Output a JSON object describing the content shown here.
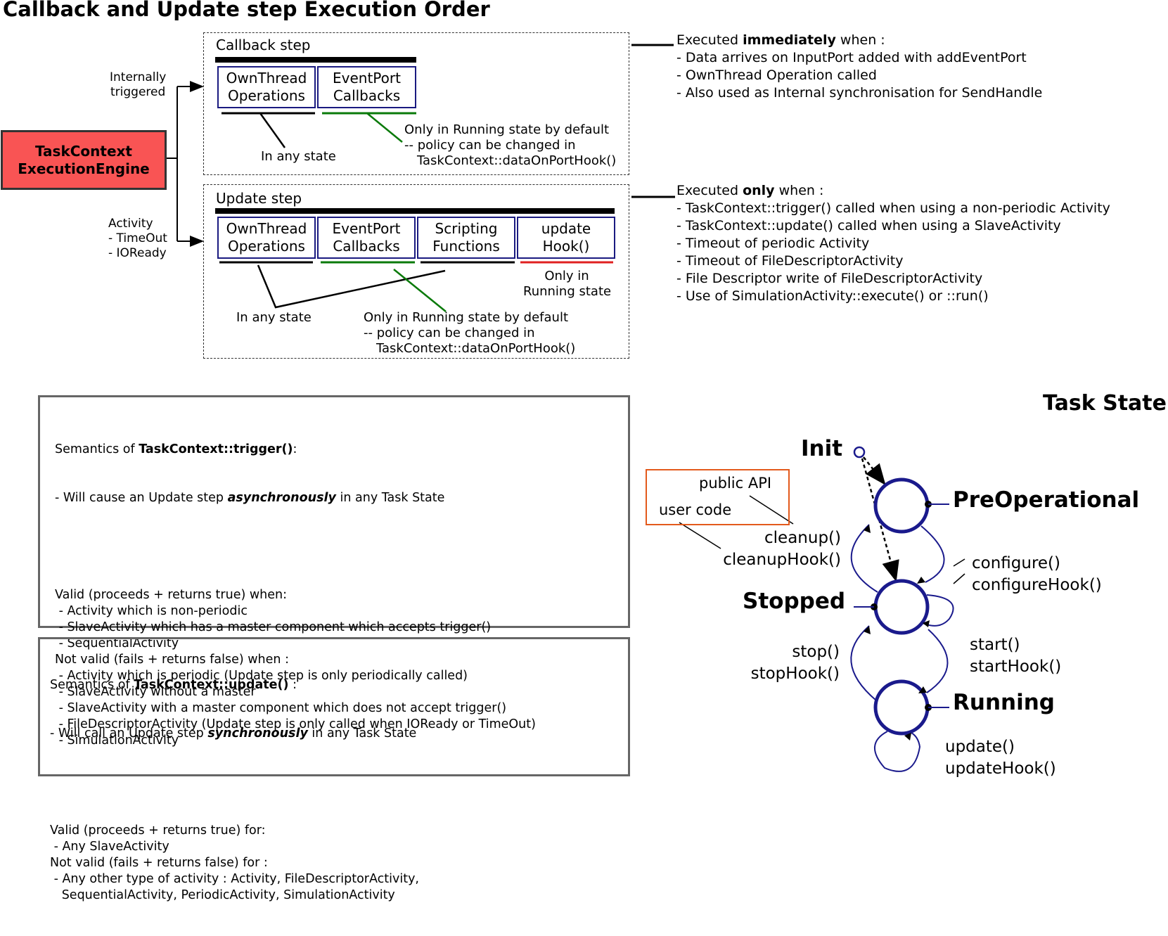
{
  "title": "Callback and Update step Execution Order",
  "engine": {
    "line1": "TaskContext",
    "line2": "ExecutionEngine"
  },
  "triggers": {
    "internal": [
      "Internally",
      "triggered"
    ],
    "activity": [
      "Activity",
      "- TimeOut",
      "- IOReady"
    ]
  },
  "callback_step": {
    "label": "Callback step",
    "ops": [
      {
        "line1": "OwnThread",
        "line2": "Operations"
      },
      {
        "line1": "EventPort",
        "line2": "Callbacks"
      }
    ],
    "any_state": "In any state",
    "policy": [
      "Only in Running state by default",
      "-- policy can be changed in",
      "TaskContext::dataOnPortHook()"
    ],
    "desc_prefix": "Executed ",
    "desc_bold": "immediately",
    "desc_suffix": " when :",
    "items": [
      "- Data arrives on InputPort added with addEventPort",
      "- OwnThread Operation called",
      "- Also used as Internal synchronisation for SendHandle"
    ]
  },
  "update_step": {
    "label": "Update step",
    "ops": [
      {
        "line1": "OwnThread",
        "line2": "Operations"
      },
      {
        "line1": "EventPort",
        "line2": "Callbacks"
      },
      {
        "line1": "Scripting",
        "line2": "Functions"
      },
      {
        "line1": "update",
        "line2": "Hook()"
      }
    ],
    "any_state": "In any state",
    "running_only": [
      "Only in",
      "Running state"
    ],
    "policy": [
      "Only in Running state by default",
      "-- policy can be changed in",
      "TaskContext::dataOnPortHook()"
    ],
    "desc_prefix": "Executed ",
    "desc_bold": "only",
    "desc_suffix": " when :",
    "items": [
      "- TaskContext::trigger() called when using a non-periodic Activity",
      "- TaskContext::update() called when using a SlaveActivity",
      "- Timeout of periodic Activity",
      "- Timeout of FileDescriptorActivity",
      "- File Descriptor write of FileDescriptorActivity",
      "- Use of SimulationActivity::execute() or ::run()"
    ]
  },
  "trigger_semantics": {
    "head_prefix": "Semantics of ",
    "head_bold": "TaskContext::trigger()",
    "head_suffix": ":",
    "line2_prefix": "- Will cause an Update step ",
    "line2_bolditalic": "asynchronously",
    "line2_suffix": " in any Task State",
    "body": "Valid (proceeds + returns true) when:\n - Activity which is non-periodic\n - SlaveActivity which has a master component which accepts trigger()\n - SequentialActivity\nNot valid (fails + returns false) when :\n - Activity which is periodic (Update step is only periodically called)\n - SlaveActivity without a master\n - SlaveActivity with a master component which does not accept trigger()\n - FileDescriptorActivity (Update step is only called when IOReady or TimeOut)\n - SimulationActivity"
  },
  "update_semantics": {
    "head_prefix": "Semantics of ",
    "head_bold": "TaskContext::update()",
    "head_suffix": " :",
    "line2_prefix": "- Will call an Update step ",
    "line2_bolditalic": "synchronously",
    "line2_suffix": " in any Task State",
    "body": "Valid (proceeds + returns true) for:\n - Any SlaveActivity\nNot valid (fails + returns false) for :\n - Any other type of activity : Activity, FileDescriptorActivity,\n   SequentialActivity, PeriodicActivity, SimulationActivity"
  },
  "task_state": {
    "title": "Task State",
    "init": "Init",
    "states": [
      "PreOperational",
      "Stopped",
      "Running"
    ],
    "legend": {
      "public": "public API",
      "user": "user code"
    },
    "transitions": {
      "cleanup": [
        "cleanup()",
        "cleanupHook()"
      ],
      "configure": [
        "configure()",
        "configureHook()"
      ],
      "stop": [
        "stop()",
        "stopHook()"
      ],
      "start": [
        "start()",
        "startHook()"
      ],
      "update": [
        "update()",
        "updateHook()"
      ]
    }
  },
  "colors": {
    "engine": "#f95454",
    "op_border": "#1a1a80",
    "state_circle": "#1a1a8c",
    "green": "#0a7a0a",
    "red": "#e02020",
    "legend": "#e35a1c"
  }
}
